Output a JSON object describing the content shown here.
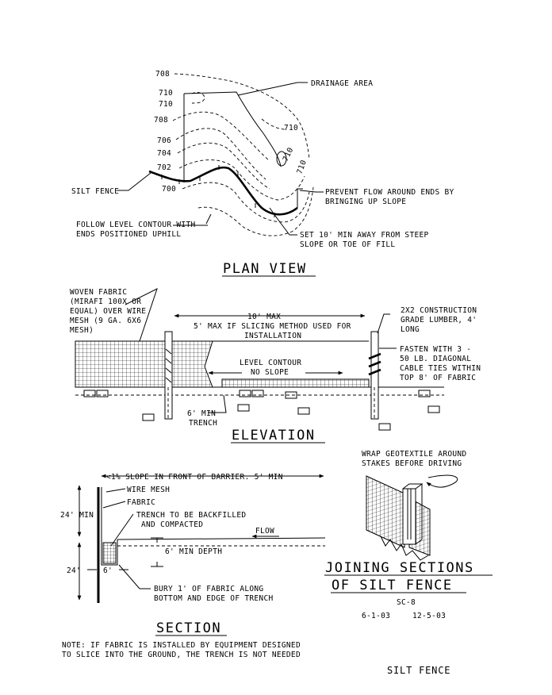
{
  "plan_view": {
    "title": "PLAN VIEW",
    "contours": [
      "708",
      "710",
      "710",
      "708",
      "706",
      "704",
      "702",
      "700",
      "710",
      "710",
      "710"
    ],
    "drainage_area": "DRAINAGE AREA",
    "silt_fence": "SILT FENCE",
    "prevent_flow": [
      "PREVENT FLOW AROUND ENDS BY",
      "BRINGING UP SLOPE"
    ],
    "follow_contour": [
      "FOLLOW LEVEL CONTOUR WITH",
      "ENDS POSITIONED UPHILL"
    ],
    "set_min_away": [
      "SET 10' MIN AWAY FROM STEEP",
      "SLOPE OR TOE OF FILL"
    ]
  },
  "elevation": {
    "title": "ELEVATION",
    "woven_fabric": [
      "WOVEN FABRIC",
      "(MIRAFI 100X OR",
      "EQUAL) OVER WIRE",
      "MESH (9 GA. 6X6",
      "MESH)"
    ],
    "max_spacing": [
      "10' MAX",
      "5' MAX IF SLICING METHOD USED FOR",
      "INSTALLATION"
    ],
    "lumber": [
      "2X2 CONSTRUCTION",
      "GRADE LUMBER, 4'",
      "LONG"
    ],
    "fasten": [
      "FASTEN WITH 3 -",
      "50 LB. DIAGONAL",
      "CABLE TIES WITHIN",
      "TOP 8' OF FABRIC"
    ],
    "level_contour": [
      "LEVEL CONTOUR",
      "NO SLOPE"
    ],
    "trench": [
      "6' MIN",
      "TRENCH"
    ]
  },
  "section": {
    "title": "SECTION",
    "slope_note": "<1% SLOPE IN FRONT OF BARRIER. 5' MIN",
    "wire_mesh": "WIRE MESH",
    "fabric": "FABRIC",
    "height_upper": "24' MIN",
    "height_lower": "24'",
    "width": "6'",
    "trench_backfill": [
      "TRENCH TO BE BACKFILLED",
      "AND COMPACTED"
    ],
    "flow": "FLOW",
    "min_depth": "6' MIN DEPTH",
    "bury": [
      "BURY 1' OF FABRIC ALONG",
      "BOTTOM AND EDGE OF TRENCH"
    ]
  },
  "joining": {
    "wrap": [
      "WRAP GEOTEXTILE AROUND",
      "STAKES BEFORE DRIVING"
    ],
    "title": [
      "JOINING SECTIONS",
      "OF SILT FENCE"
    ]
  },
  "titleblock": {
    "code": "SC-8",
    "date1": "6-1-03",
    "date2": "12-5-03",
    "name": "SILT FENCE"
  },
  "note": [
    "NOTE:  IF FABRIC IS INSTALLED BY EQUIPMENT DESIGNED",
    "TO SLICE INTO THE GROUND, THE TRENCH IS NOT NEEDED"
  ]
}
